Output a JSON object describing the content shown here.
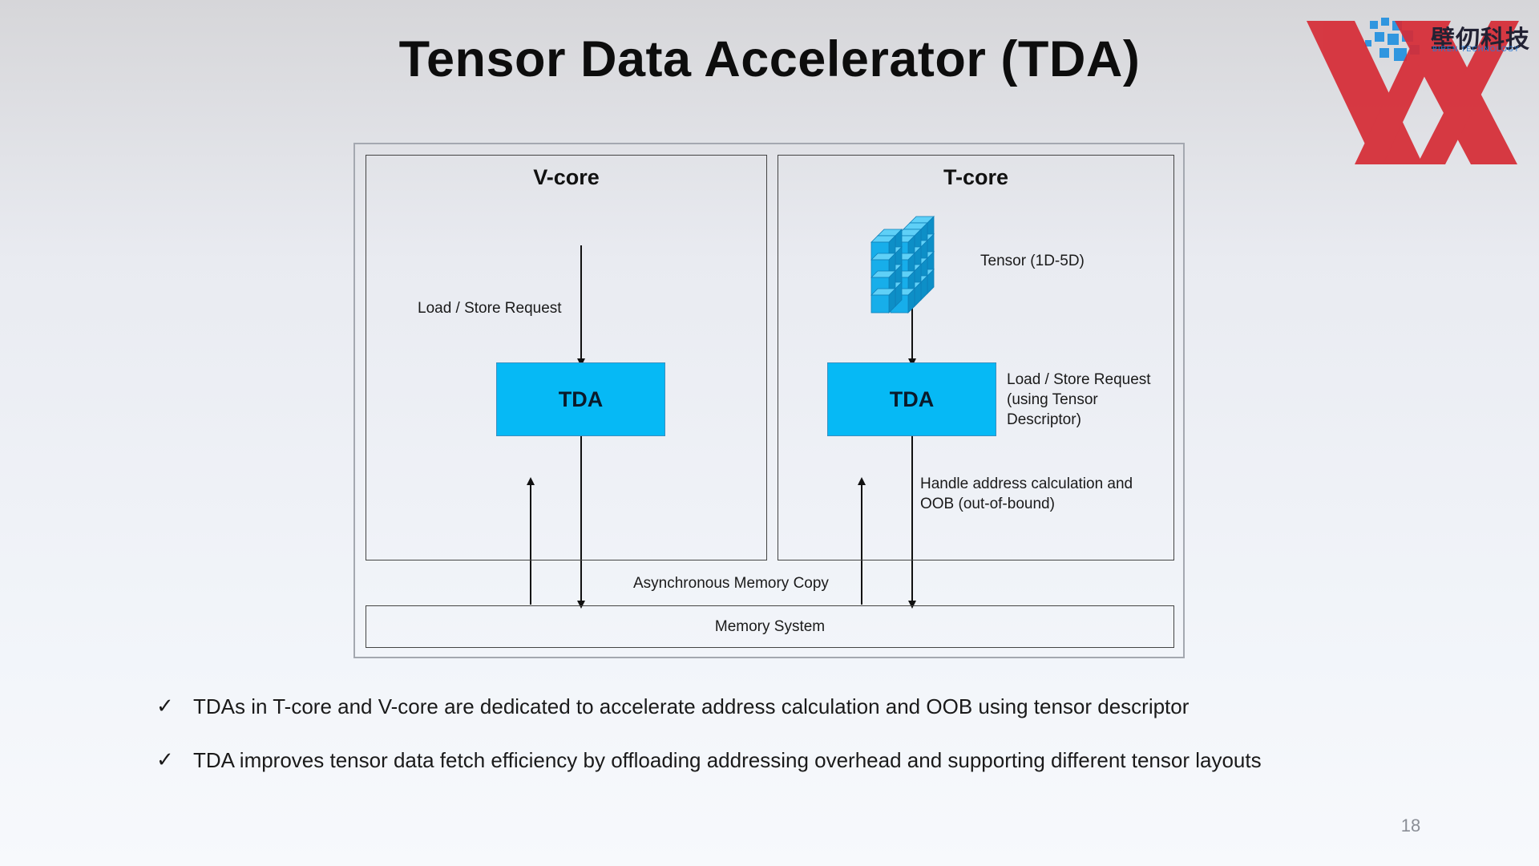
{
  "slide": {
    "title": "Tensor Data Accelerator (TDA)",
    "page_number": "18"
  },
  "logo": {
    "text": "壁仞科技",
    "subtext": "BIREN TECHNOLOGY",
    "colors": {
      "x_mark": "#d62b35",
      "pixels": "#1e8fe0"
    }
  },
  "diagram": {
    "vcore": {
      "title": "V-core",
      "tda_label": "TDA",
      "request_label": "Load / Store Request"
    },
    "tcore": {
      "title": "T-core",
      "tensor_label": "Tensor (1D-5D)",
      "tda_label": "TDA",
      "request_label": [
        "Load / Store Request",
        "(using Tensor",
        "Descriptor)"
      ],
      "handle_label": [
        "Handle address calculation and",
        "OOB (out-of-bound)"
      ]
    },
    "async_label": "Asynchronous Memory Copy",
    "memory_label": "Memory System",
    "colors": {
      "tda_fill": "#06b9f5",
      "cube": "#16aee8"
    }
  },
  "bullets": [
    {
      "icon": "check-icon",
      "text": "TDAs in T-core and V-core are dedicated to accelerate address calculation and OOB using tensor descriptor"
    },
    {
      "icon": "check-icon",
      "text": "TDA improves tensor data fetch efficiency by offloading addressing overhead and supporting different tensor layouts"
    }
  ]
}
